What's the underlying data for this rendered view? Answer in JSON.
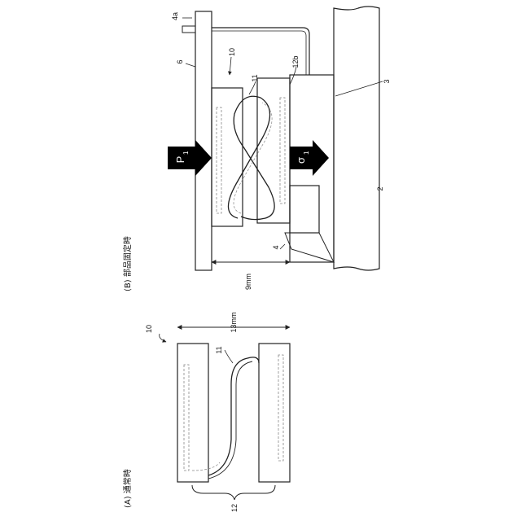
{
  "figure": {
    "panel_a": {
      "caption": "(A) 通常時",
      "ref_10": "10",
      "ref_11": "11",
      "ref_12": "12",
      "dim_13mm": "13mm"
    },
    "panel_b": {
      "caption": "(B) 部品固定時",
      "ref_4a": "4a",
      "ref_6": "6",
      "ref_10": "10",
      "ref_11": "11",
      "ref_12b": "12b",
      "ref_3": "3",
      "ref_2": "2",
      "ref_4": "4",
      "dim_9mm": "9mm",
      "arrow_p1_main": "P",
      "arrow_p1_sub": "1",
      "arrow_sigma_main": "σ",
      "arrow_sigma_sub": "1"
    }
  },
  "colors": {
    "line": "#222222",
    "dashed": "#888888",
    "arrow_fill": "#000000",
    "arrow_text": "#ffffff"
  }
}
